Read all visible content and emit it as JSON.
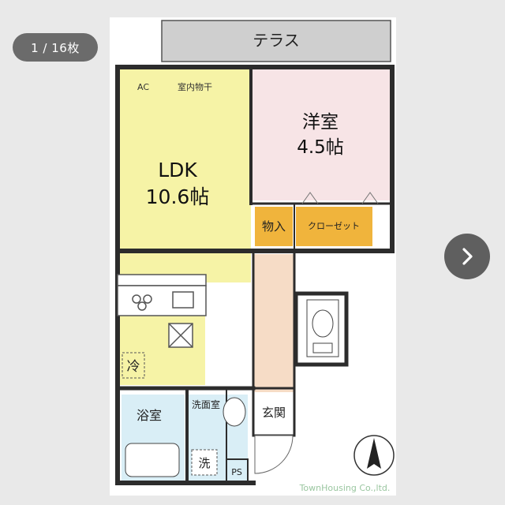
{
  "viewer": {
    "counter": "1 / 16枚",
    "next_icon": "chevron-right-icon"
  },
  "floorplan": {
    "terrace": "テラス",
    "ldk_name": "LDK",
    "ldk_size": "10.6帖",
    "ac": "AC",
    "indoor_dry": "室内物干",
    "western_name": "洋室",
    "western_size": "4.5帖",
    "storage": "物入",
    "closet": "クローゼット",
    "fridge": "冷",
    "bath": "浴室",
    "washroom": "洗面室",
    "washer": "洗",
    "ps": "PS",
    "entrance": "玄関",
    "credit": "TownHousing Co.,ltd.",
    "colors": {
      "ldk": "#f6f3a6",
      "western": "#f7e4e6",
      "storage": "#f0b43c",
      "hall": "#f6dcc6",
      "bath": "#d9eef6",
      "wall": "#2c2c2c"
    }
  }
}
